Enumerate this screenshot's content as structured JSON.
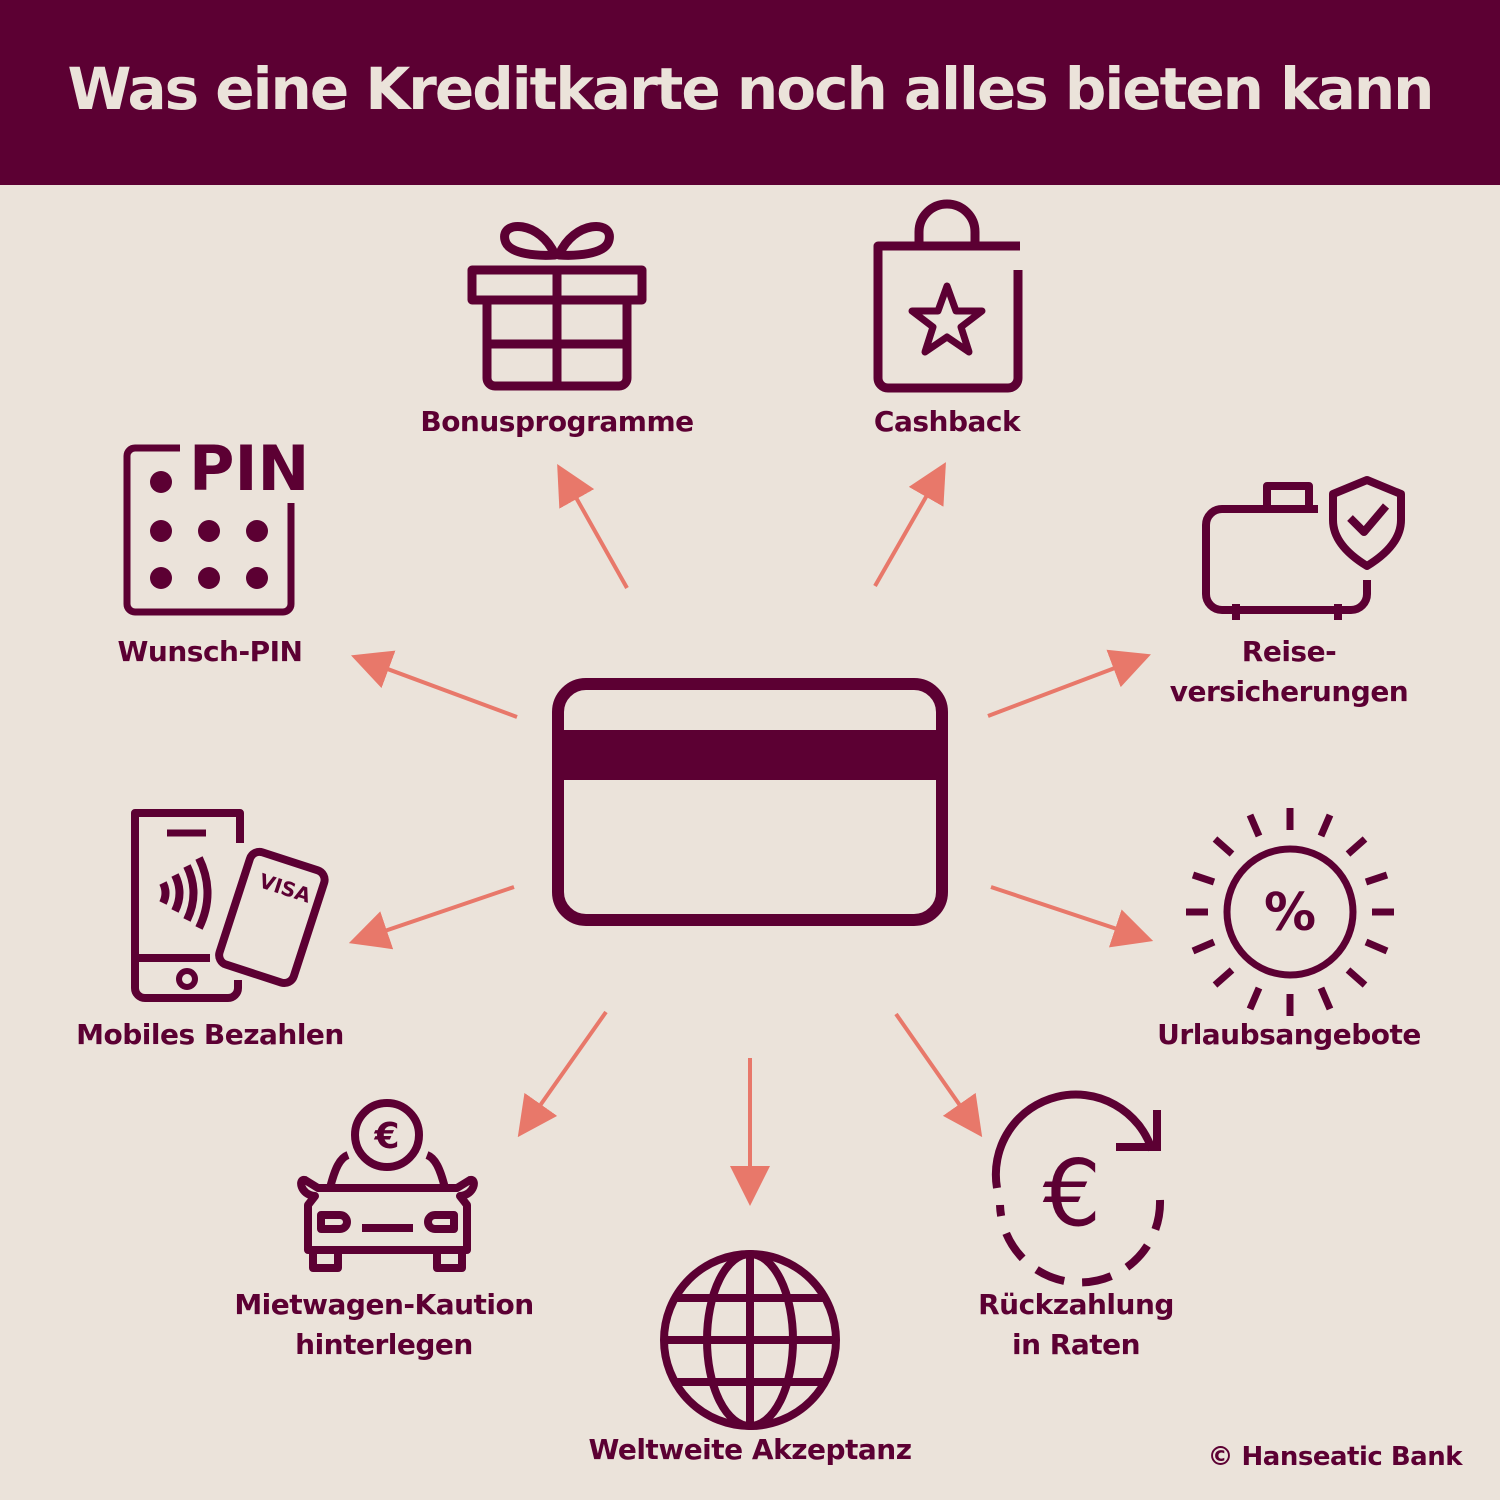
{
  "header": {
    "title": "Was eine Kreditkarte noch alles bieten kann"
  },
  "colors": {
    "primary": "#5c0033",
    "background": "#ebe3da",
    "arrow": "#e8786a"
  },
  "center": {
    "icon": "credit-card-icon"
  },
  "features": [
    {
      "id": "bonus",
      "icon": "gift-icon",
      "label_lines": [
        "Bonusprogramme"
      ]
    },
    {
      "id": "cashback",
      "icon": "shopping-bag-star-icon",
      "label_lines": [
        "Cashback"
      ]
    },
    {
      "id": "pin",
      "icon": "pin-keypad-icon",
      "icon_text": "PIN",
      "label_lines": [
        "Wunsch-PIN"
      ]
    },
    {
      "id": "travel",
      "icon": "suitcase-shield-icon",
      "label_lines": [
        "Reise-",
        "versicherungen"
      ]
    },
    {
      "id": "mobile",
      "icon": "phone-card-icon",
      "icon_text": "VISA",
      "label_lines": [
        "Mobiles Bezahlen"
      ]
    },
    {
      "id": "holiday",
      "icon": "sun-percent-icon",
      "icon_text": "%",
      "label_lines": [
        "Urlaubsangebote"
      ]
    },
    {
      "id": "rental",
      "icon": "car-euro-icon",
      "icon_text": "€",
      "label_lines": [
        "Mietwagen-Kaution",
        "hinterlegen"
      ]
    },
    {
      "id": "worldwide",
      "icon": "globe-icon",
      "label_lines": [
        "Weltweite Akzeptanz"
      ]
    },
    {
      "id": "installments",
      "icon": "euro-cycle-icon",
      "icon_text": "€",
      "label_lines": [
        "Rückzahlung",
        "in Raten"
      ]
    }
  ],
  "footer": {
    "copyright": "© Hanseatic Bank"
  }
}
